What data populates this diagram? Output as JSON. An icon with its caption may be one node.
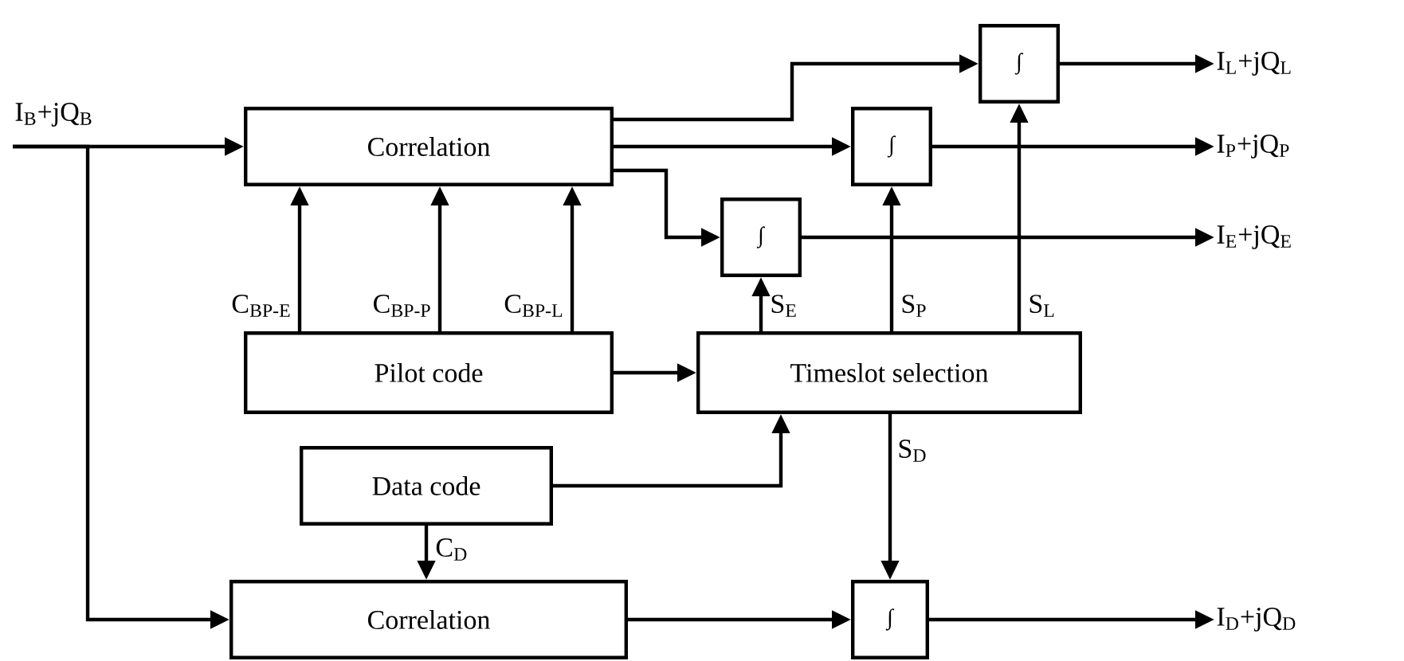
{
  "diagram": {
    "nodes": [
      {
        "text": [
          "I$_{B}$+jQ$_{B}$"
        ]
      },
      {
        "text": [
          "Correlation"
        ]
      },
      {
        "text": [
          "∫"
        ]
      },
      {
        "text": [
          "∫"
        ]
      },
      {
        "text": [
          "∫"
        ]
      },
      {
        "text": [
          "Pilot code"
        ]
      },
      {
        "text": [
          "Timeslot selection"
        ]
      },
      {
        "text": [
          "Data code"
        ]
      },
      {
        "text": [
          "Correlation"
        ]
      },
      {
        "text": [
          "∫"
        ]
      },
      {
        "text": [
          "I$_{L}$+jQ$_{L}$"
        ]
      },
      {
        "text": [
          "I$_{P}$+jQ$_{P}$"
        ]
      },
      {
        "text": [
          "I$_{E}$+jQ$_{E}$"
        ]
      },
      {
        "text": [
          "I$_{D}$+jQ$_{D}$"
        ]
      }
    ],
    "edges": [
      {
        "from": 0,
        "to": 1,
        "arrow": "to"
      },
      {
        "from": 1,
        "to": 2,
        "arrow": "to"
      },
      {
        "from": 1,
        "to": 3,
        "arrow": "to"
      },
      {
        "from": 1,
        "to": 4,
        "arrow": "to"
      },
      {
        "from": 5,
        "to": 1,
        "arrow": "to",
        "label": "C$_{BP-E}$"
      },
      {
        "from": 5,
        "to": 1,
        "arrow": "to",
        "label": "C$_{BP-P}$"
      },
      {
        "from": 5,
        "to": 1,
        "arrow": "to",
        "label": "C$_{BP-L}$"
      },
      {
        "from": 5,
        "to": 6,
        "arrow": "to"
      },
      {
        "from": 6,
        "to": 4,
        "arrow": "to",
        "label": "S$_{E}$"
      },
      {
        "from": 6,
        "to": 3,
        "arrow": "to",
        "label": "S$_{P}$"
      },
      {
        "from": 6,
        "to": 2,
        "arrow": "to",
        "label": "S$_{L}$"
      },
      {
        "from": 7,
        "to": 6,
        "arrow": "to"
      },
      {
        "from": 6,
        "to": 9,
        "arrow": "to",
        "label": "S$_{D}$"
      },
      {
        "from": 7,
        "to": 8,
        "arrow": "to",
        "label": "C$_{D}$"
      },
      {
        "from": 0,
        "to": 8,
        "arrow": "to"
      },
      {
        "from": 8,
        "to": 9,
        "arrow": "to"
      },
      {
        "from": 2,
        "to": 10,
        "arrow": "to"
      },
      {
        "from": 3,
        "to": 11,
        "arrow": "to"
      },
      {
        "from": 4,
        "to": 12,
        "arrow": "to"
      },
      {
        "from": 9,
        "to": 13,
        "arrow": "to"
      }
    ]
  }
}
